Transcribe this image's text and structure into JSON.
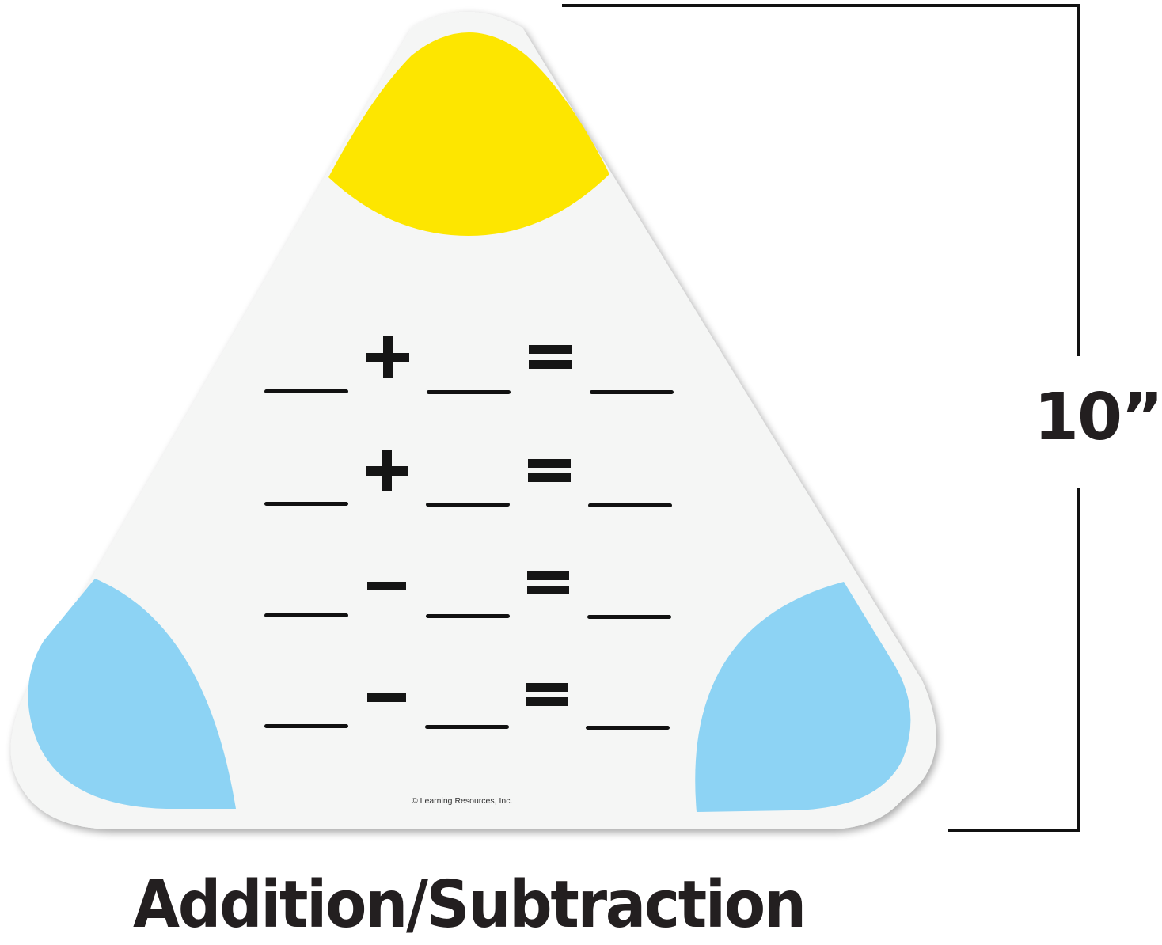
{
  "product": {
    "title": "Addition/Subtraction",
    "dimension_label": "10”",
    "copyright": "© Learning Resources, Inc."
  },
  "colors": {
    "card": "#f5f6f5",
    "top_corner": "#fde600",
    "bottom_corners": "#8dd3f4",
    "ink": "#151515"
  },
  "equations": [
    {
      "operator": "+",
      "equals": "="
    },
    {
      "operator": "+",
      "equals": "="
    },
    {
      "operator": "−",
      "equals": "="
    },
    {
      "operator": "−",
      "equals": "="
    }
  ]
}
